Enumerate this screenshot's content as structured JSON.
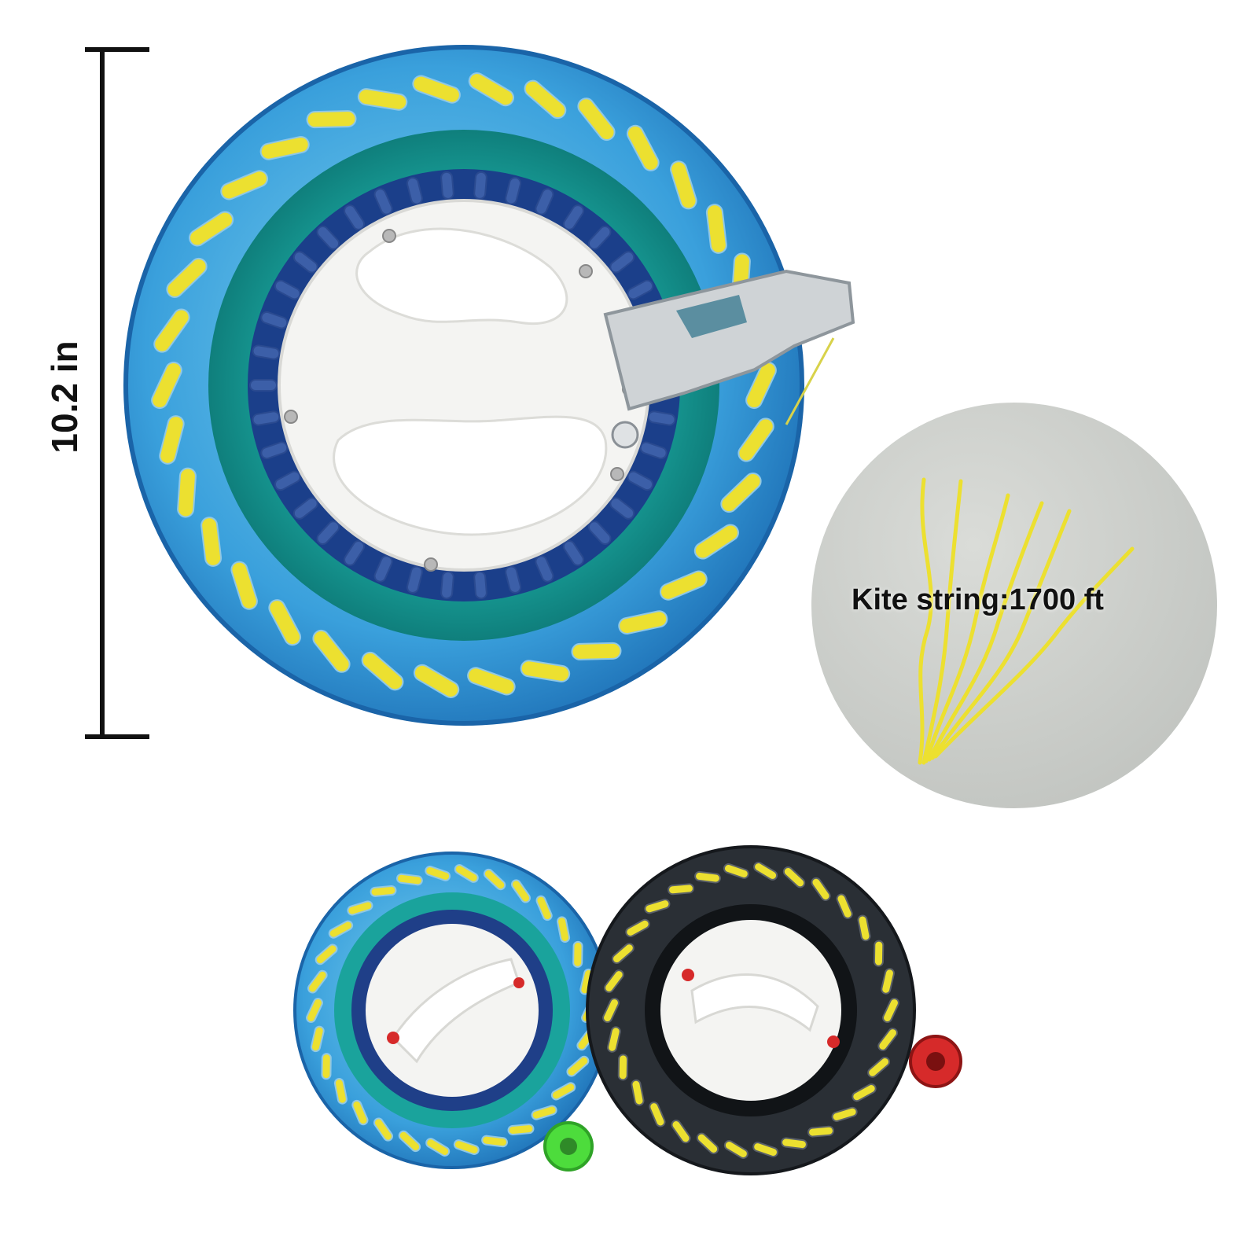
{
  "dimension": {
    "label": "10.2 in"
  },
  "string_inset": {
    "label": "Kite string:1700 ft"
  },
  "colors": {
    "reel_blue": "#2f8fd0",
    "reel_teal": "#1aa3a0",
    "thread_yellow": "#ece030",
    "handle_white": "#f4f4f2",
    "reel_black": "#2a2f35",
    "knob_green": "#4ddc3c",
    "knob_red": "#d62a2a",
    "inset_bg": "#cfd1ce"
  },
  "icons": [
    "kite-reel",
    "metal-clip",
    "kite-string"
  ]
}
